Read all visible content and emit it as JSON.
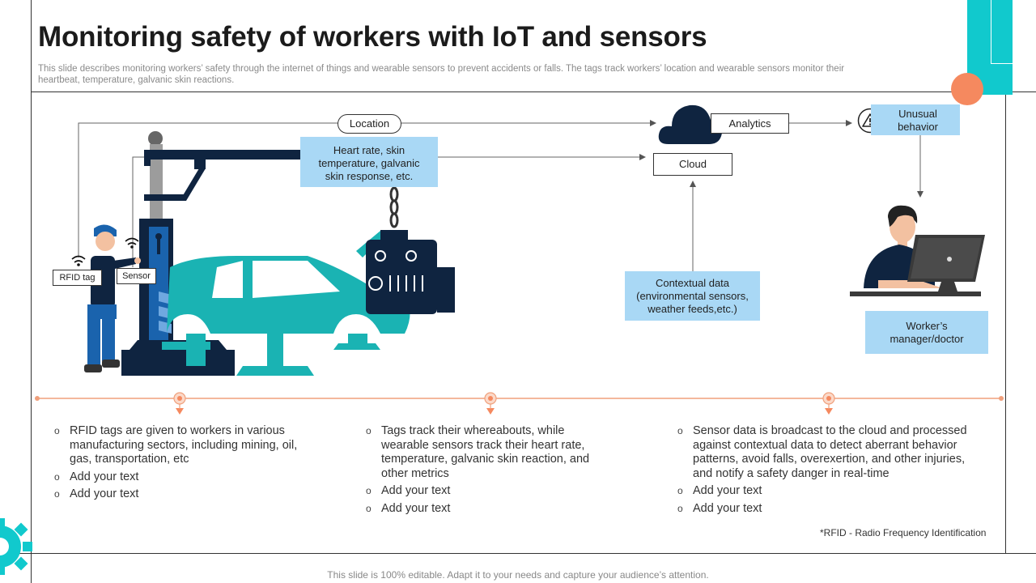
{
  "header": {
    "title": "Monitoring safety of workers with IoT and sensors",
    "subtitle": "This slide describes monitoring workers’ safety through the internet of things and wearable sensors to prevent accidents or falls. The tags track workers’ location and wearable sensors monitor their heartbeat, temperature, galvanic skin reactions."
  },
  "diagram": {
    "location": "Location",
    "vitals": "Heart rate, skin temperature, galvanic skin response, etc.",
    "cloud": "Cloud",
    "analytics": "Analytics",
    "unusual": "Unusual behavior",
    "contextual": "Contextual data (environmental sensors, weather feeds,etc.)",
    "manager": "Worker’s manager/doctor",
    "rfid_tag": "RFID tag",
    "sensor": "Sensor"
  },
  "columns": [
    {
      "items": [
        "RFID tags are given to workers in various manufacturing sectors, including mining, oil, gas, transportation, etc",
        "Add your text",
        "Add your text"
      ]
    },
    {
      "items": [
        "Tags track their whereabouts, while wearable sensors track their heart rate, temperature, galvanic skin reaction, and other metrics",
        "Add your text",
        "Add your text"
      ]
    },
    {
      "items": [
        "Sensor data is broadcast to the cloud and processed against contextual data to detect aberrant behavior patterns, avoid falls, overexertion, and other injuries, and notify a safety danger in real-time",
        "Add your text",
        "Add your text"
      ]
    }
  ],
  "footnote": "*RFID - Radio Frequency Identification",
  "footer": "This slide is 100% editable. Adapt it to your needs and capture your audience’s attention.",
  "colors": {
    "teal": "#11c9cd",
    "navy": "#0f2440",
    "light_blue": "#a9d8f5",
    "orange": "#f5895f"
  }
}
